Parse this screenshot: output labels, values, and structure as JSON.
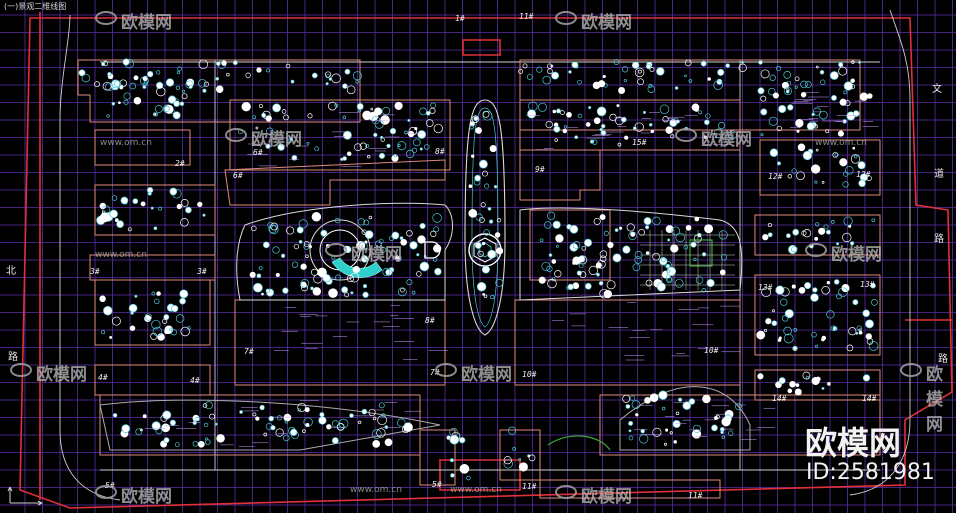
{
  "drawing": {
    "title": "(一)景观二维线图",
    "colors": {
      "grid": "#5a2fa8",
      "boundary": "#e0303a",
      "building": "#e08a80",
      "plant": "#49c6d6",
      "green": "#3ca838",
      "label": "#f0f0f0"
    }
  },
  "buildings": {
    "b1": "1#",
    "b2": "2#",
    "b3_left": "3#",
    "b3_right": "3#",
    "b4_left": "4#",
    "b4_right": "4#",
    "b5_top": "5#",
    "b5_bottom": "5#",
    "b6_top": "6#",
    "b6_mid": "6#",
    "b7": "7#",
    "b7_mid": "7#",
    "b8": "8#",
    "b8_mid": "8#",
    "b9": "9#",
    "b10": "10#",
    "b10_mid": "10#",
    "b11_top": "11#",
    "b11_bottom": "11#",
    "b12_left": "12#",
    "b12_right": "12#",
    "b13_left": "13#",
    "b13_right": "13#",
    "b14_left": "14#",
    "b14_right": "14#",
    "b15": "15#"
  },
  "roads": {
    "west": [
      "北",
      "路"
    ],
    "east": [
      "道",
      "路",
      "文",
      "路"
    ]
  },
  "watermark": {
    "brand": "欧模网",
    "site": "www.om.cn",
    "big_brand": "欧模网",
    "id_text": "ID:2581981"
  }
}
